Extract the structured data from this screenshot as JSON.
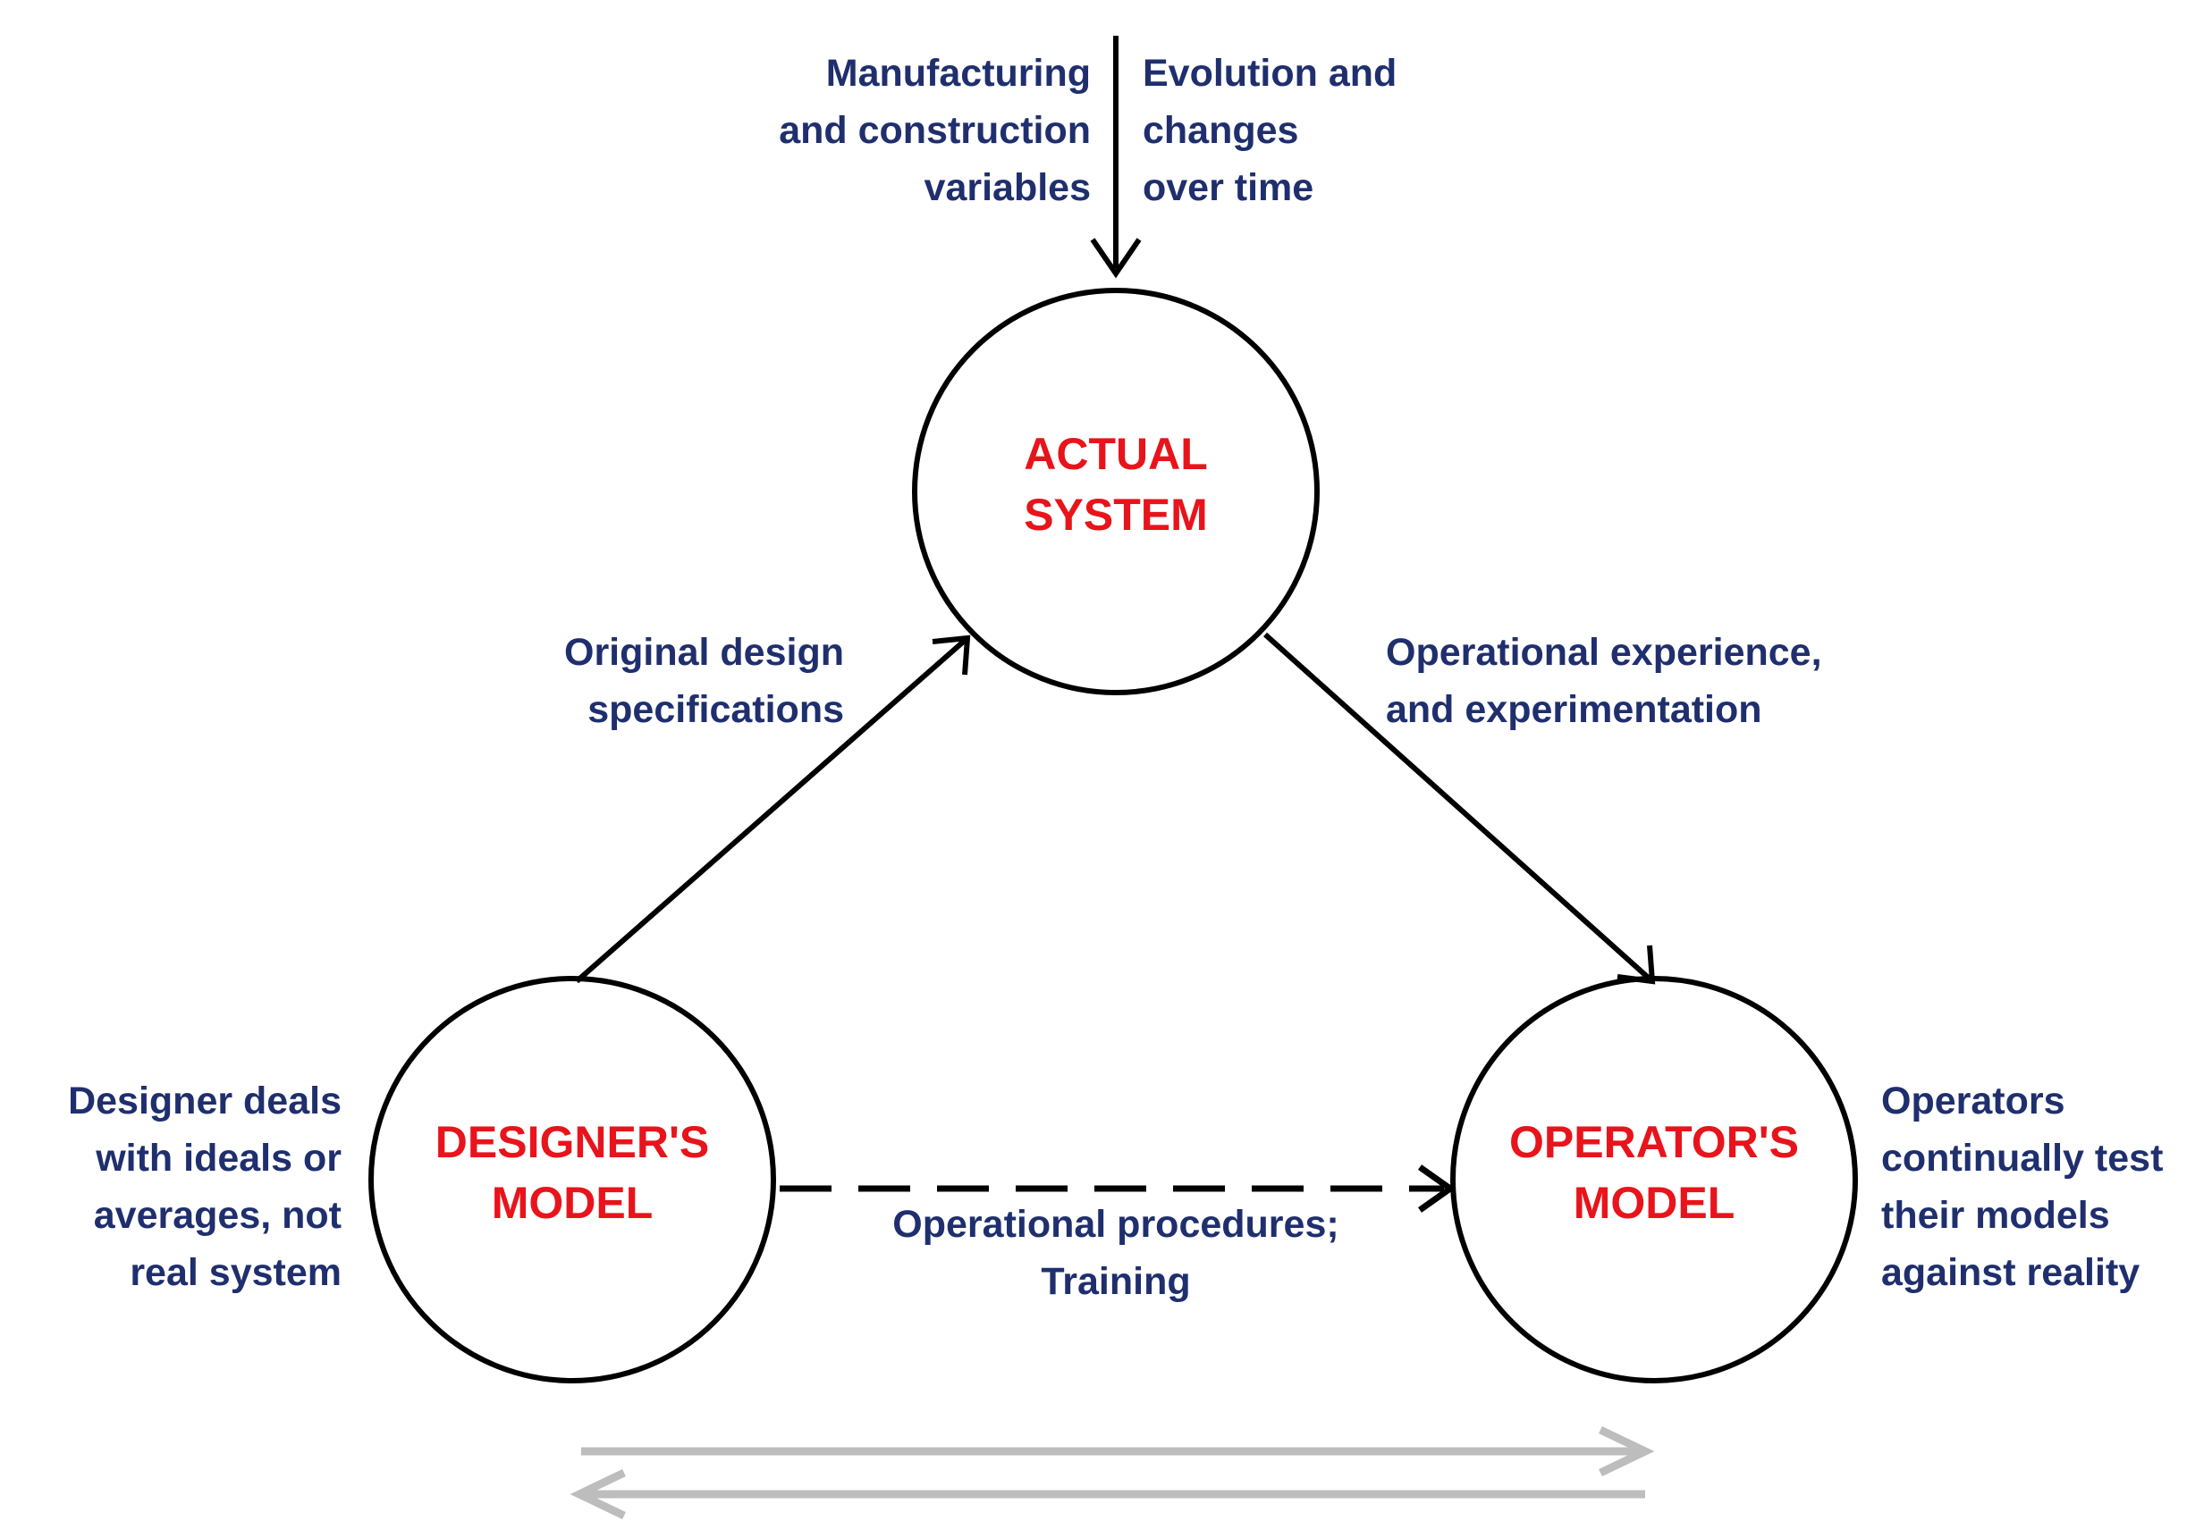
{
  "colors": {
    "node_text": "#e8141b",
    "annotation_text": "#1f2f6e",
    "line": "#000000",
    "feedback_arrow": "#bdbdbd"
  },
  "nodes": {
    "actual": "ACTUAL\nSYSTEM",
    "designer": "DESIGNER'S\nMODEL",
    "operator": "OPERATOR'S\nMODEL"
  },
  "annotations": {
    "manufacturing": "Manufacturing\nand construction\nvariables",
    "evolution": "Evolution and\nchanges\nover time",
    "original_design": "Original design\nspecifications",
    "operational_experience": "Operational experience,\nand experimentation",
    "designer_ideals": "Designer deals\nwith ideals or\naverages, not\nreal system",
    "procedures": "Operational procedures;\nTraining",
    "operators_test": "Operators\ncontinually test\ntheir models\nagainst reality"
  }
}
